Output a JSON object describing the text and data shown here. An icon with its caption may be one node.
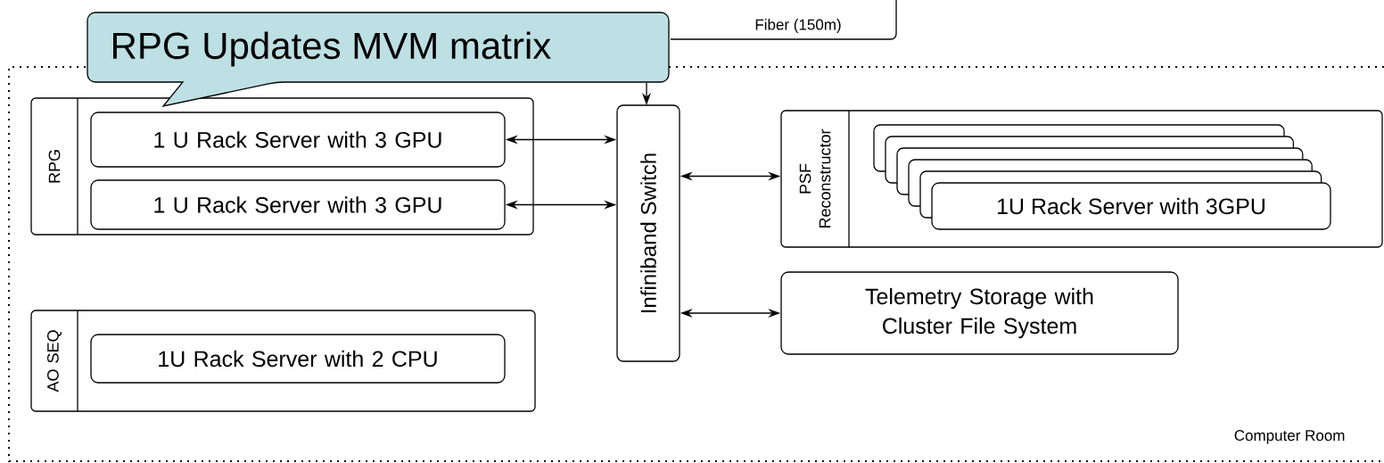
{
  "diagram": {
    "nodes": [
      {
        "text": [
          "Computer Room"
        ]
      },
      {
        "text": [
          "RPG"
        ],
        "in": 0
      },
      {
        "text": [
          "1 U Rack Server with 3 GPU"
        ],
        "in": 1
      },
      {
        "text": [
          "1 U Rack Server with 3 GPU"
        ],
        "in": 1
      },
      {
        "text": [
          "AO SEQ"
        ],
        "in": 0
      },
      {
        "text": [
          "1U Rack Server with 2 CPU"
        ],
        "in": 4
      },
      {
        "text": [
          "Infiniband Switch"
        ],
        "in": 0
      },
      {
        "text": [
          "PSF Reconstructor"
        ],
        "in": 0
      },
      {
        "text": [
          "1U Rack Server with 3GPU"
        ],
        "in": 7
      },
      {
        "text": [
          "Telemetry Storage with Cluster File System"
        ],
        "in": 0
      },
      {
        "text": [
          "RPG Updates MVM matrix"
        ]
      }
    ],
    "edges": [
      {
        "from": null,
        "to": 6,
        "arrow": "to",
        "label": "Fiber (150m)"
      },
      {
        "from": 2,
        "to": 6,
        "arrow": "both"
      },
      {
        "from": 3,
        "to": 6,
        "arrow": "both"
      },
      {
        "from": 6,
        "to": 7,
        "arrow": "both"
      },
      {
        "from": 6,
        "to": 9,
        "arrow": "both"
      }
    ]
  }
}
